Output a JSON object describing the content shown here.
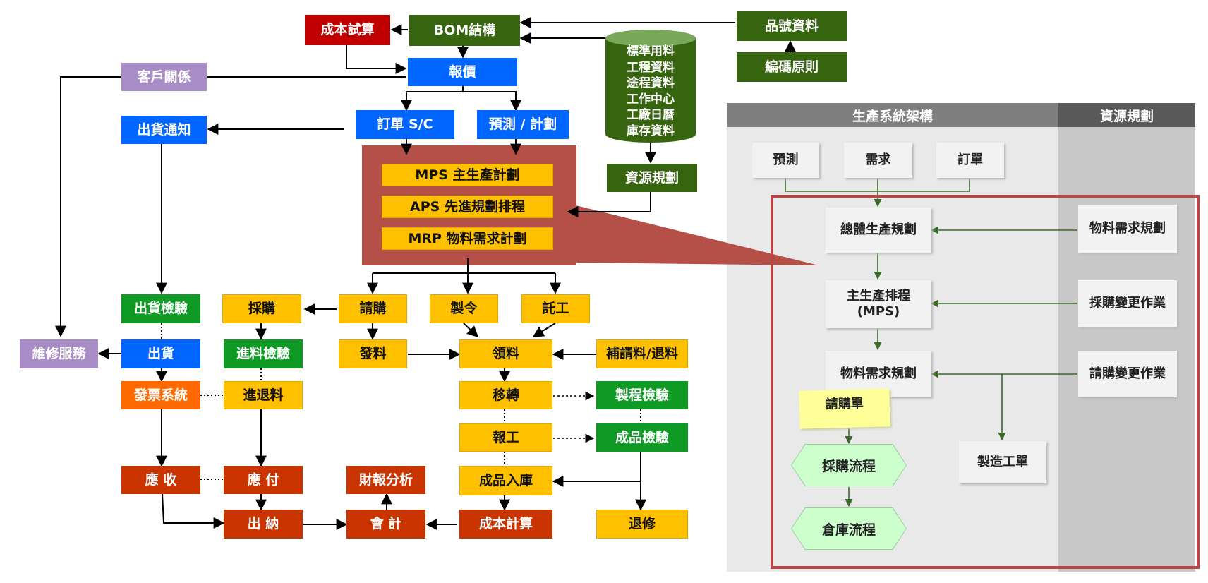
{
  "left": {
    "cost_trial": "成本試算",
    "bom": "BOM結構",
    "part_data": "品號資料",
    "coding_rules": "編碼原則",
    "quote": "報價",
    "customer": "客戶關係",
    "order": "訂單 S/C",
    "forecast": "預測 / 計劃",
    "ship_notice": "出貨通知",
    "master_data": [
      "標準用料",
      "工程資料",
      "途程資料",
      "工作中心",
      "工廠日曆",
      "庫存資料"
    ],
    "resource_plan": "資源規劃",
    "mps": "MPS 主生產計劃",
    "aps": "APS 先進規劃排程",
    "mrp": "MRP 物料需求計劃",
    "ship_inspect": "出貨檢驗",
    "purchase": "採購",
    "requisition": "請購",
    "mfg_order": "製令",
    "subcontract": "託工",
    "repair": "維修服務",
    "shipment": "出貨",
    "incoming_inspect": "進料檢驗",
    "issue": "發料",
    "material_pick": "領料",
    "supplement": "補請料/退料",
    "invoice": "發票系統",
    "return_in": "進退料",
    "transfer": "移轉",
    "process_inspect": "製程檢驗",
    "report_work": "報工",
    "product_inspect": "成品檢驗",
    "receivable": "應 收",
    "payable": "應 付",
    "fin_analysis": "財報分析",
    "stock_in": "成品入庫",
    "cashier": "出 納",
    "accounting": "會 計",
    "cost_calc": "成本計算",
    "rework": "退修"
  },
  "right": {
    "header_main": "生產系統架構",
    "header_side": "資源規劃",
    "forecast": "預測",
    "demand": "需求",
    "order": "訂單",
    "aggregate": "總體生產規劃",
    "mps_line1": "主生產排程",
    "mps_line2": "(MPS)",
    "mrp": "物料需求規劃",
    "req_note": "請購單",
    "purchase_flow": "採購流程",
    "warehouse_flow": "倉庫流程",
    "work_order": "製造工單",
    "side_mrp": "物料需求規劃",
    "purchase_change": "採購變更作業",
    "req_change": "請購變更作業"
  },
  "colors": {
    "dark_green": "#37650f",
    "blue": "#0066ff",
    "green": "#0f9a25",
    "yellow": "#ffc000",
    "orange_red": "#c93400",
    "red": "#c00000",
    "orange": "#ff6a00",
    "purple": "#a88cc6",
    "planning_panel": "#b55048",
    "highlight_border": "#b84848",
    "header_gray": "#7f7f7f"
  }
}
